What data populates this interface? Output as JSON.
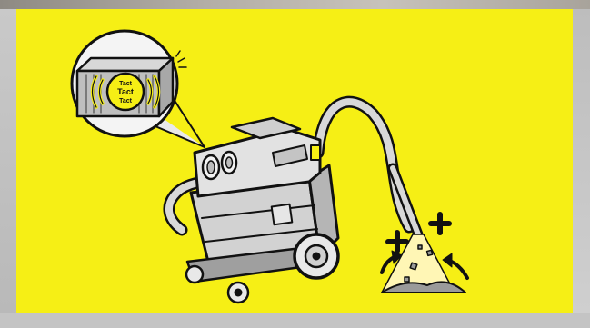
{
  "illustration": {
    "subject": "vacuum-cleaner",
    "background_color": "#f6ef15",
    "filter_badge_lines": [
      "Tact",
      "Tact",
      "Tact"
    ],
    "plus_signs": [
      "+",
      "+"
    ]
  }
}
